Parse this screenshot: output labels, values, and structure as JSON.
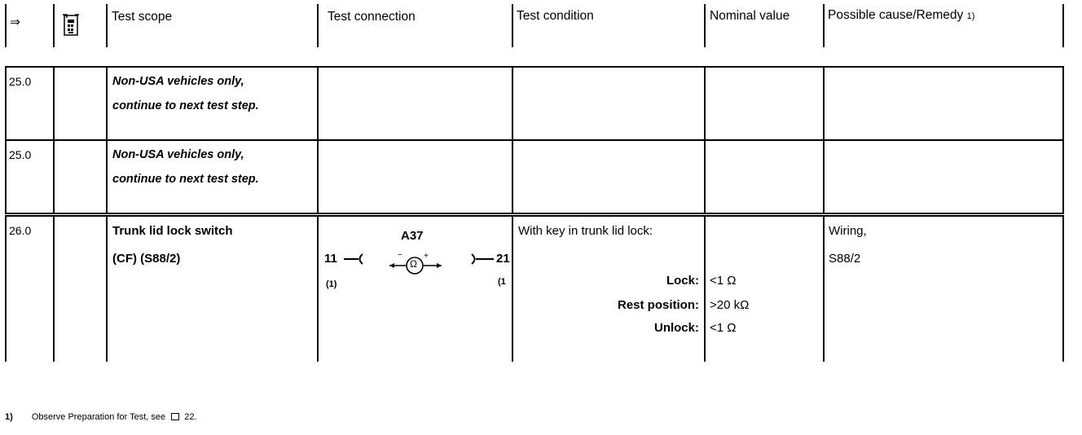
{
  "header": {
    "arrow_symbol": "⇒",
    "icon": "tester-icon",
    "test_scope": "Test scope",
    "test_connection": "Test connection",
    "test_condition": "Test condition",
    "nominal_value": "Nominal value",
    "possible_cause": "Possible cause/Remedy",
    "possible_cause_note": "1)"
  },
  "rows": [
    {
      "step": "25.0",
      "scope_line1": "Non-USA vehicles only,",
      "scope_line2": "continue to next test step."
    },
    {
      "step": "25.0",
      "scope_line1": "Non-USA vehicles only,",
      "scope_line2": "continue to next test step."
    },
    {
      "step": "26.0",
      "scope_line1": "Trunk lid lock switch",
      "scope_line2": "(CF) (S88/2)",
      "connection": {
        "module": "A37",
        "pin_left": "11",
        "pin_right": "21",
        "note_left": "(1)",
        "note_right": "(1",
        "meter_symbol": "Ω",
        "minus": "−",
        "plus": "+"
      },
      "condition_intro": "With key in trunk lid lock:",
      "conditions": [
        {
          "label": "Lock:",
          "value": "<1 Ω"
        },
        {
          "label": "Rest position:",
          "value": ">20 kΩ"
        },
        {
          "label": "Unlock:",
          "value": "<1 Ω"
        }
      ],
      "remedy_line1": "Wiring,",
      "remedy_line2": "S88/2"
    }
  ],
  "footnote": {
    "marker": "1)",
    "text": "Observe Preparation for Test, see",
    "page_icon": "page-reference-icon",
    "page": "22."
  }
}
